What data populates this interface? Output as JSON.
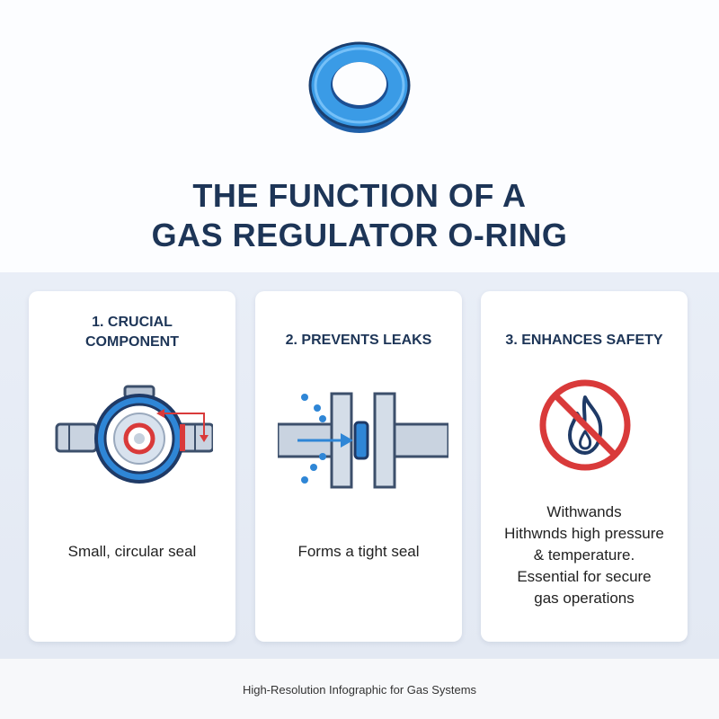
{
  "header": {
    "title_line1": "THE FUNCTION OF A",
    "title_line2": "GAS REGULATOR O-RING"
  },
  "cards": [
    {
      "title_line1": "1. CRUCIAL",
      "title_line2": "COMPONENT",
      "icon": "gas-regulator-icon",
      "text_lines": [
        "Small, circular seal"
      ]
    },
    {
      "title_line1": "2. PREVENTS LEAKS",
      "icon": "pipe-seal-icon",
      "text_lines": [
        "Forms a tight seal"
      ]
    },
    {
      "title_line1": "3. ENHANCES SAFETY",
      "icon": "no-fire-icon",
      "text_lines": [
        "Withwands",
        "Hithwnds high pressure",
        "& temperature.",
        "Essential for secure",
        "gas operations"
      ]
    }
  ],
  "footer": {
    "text": "High-Resolution Infographic for Gas Systems"
  },
  "colors": {
    "navy": "#1d3557",
    "blue": "#2f86d6",
    "red": "#d93a3a",
    "band": "#e6ecf5"
  }
}
